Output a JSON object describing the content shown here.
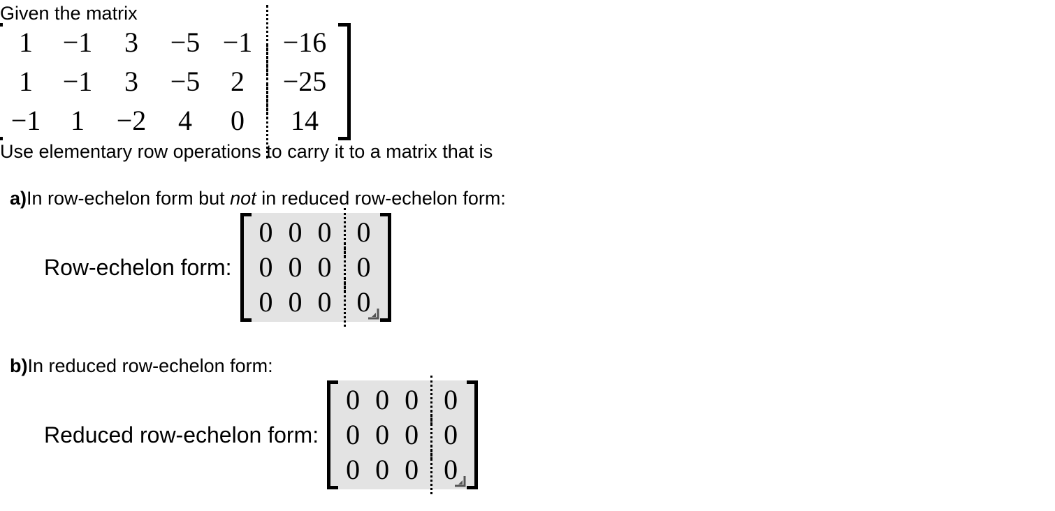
{
  "problem": {
    "intro": "Given the matrix",
    "instruction": "Use elementary row operations to carry it to a matrix that is",
    "given_matrix": {
      "rows": [
        [
          "1",
          "−1",
          "3",
          "−5",
          "−1",
          "−16"
        ],
        [
          "1",
          "−1",
          "3",
          "−5",
          "2",
          "−25"
        ],
        [
          "−1",
          "1",
          "−2",
          "4",
          "0",
          "14"
        ]
      ],
      "augmented_divider_after_column": 5,
      "bracket_style": "square"
    }
  },
  "parts": [
    {
      "marker": "a)",
      "prompt_before_italic": "In row-echelon form but ",
      "prompt_italic": "not",
      "prompt_after_italic": " in reduced row-echelon form:",
      "answer_label": "Row-echelon form:",
      "answer_matrix": {
        "rows": [
          [
            "0",
            "0",
            "0",
            "0"
          ],
          [
            "0",
            "0",
            "0",
            "0"
          ],
          [
            "0",
            "0",
            "0",
            "0"
          ]
        ],
        "augmented_divider_after_column": 3,
        "field_background": "#e3e3e3",
        "resize_handle_icon": "resize-corner-icon"
      }
    },
    {
      "marker": "b)",
      "prompt_before_italic": "In reduced row-echelon form:",
      "prompt_italic": "",
      "prompt_after_italic": "",
      "answer_label": "Reduced row-echelon form:",
      "answer_matrix": {
        "rows": [
          [
            "0",
            "0",
            "0",
            "0"
          ],
          [
            "0",
            "0",
            "0",
            "0"
          ],
          [
            "0",
            "0",
            "0",
            "0"
          ]
        ],
        "augmented_divider_after_column": 3,
        "field_background": "#e3e3e3",
        "resize_handle_icon": "resize-corner-icon"
      }
    }
  ],
  "colors": {
    "page_background": "#ffffff",
    "text": "#000000",
    "input_field": "#e3e3e3",
    "bracket": "#000000"
  }
}
